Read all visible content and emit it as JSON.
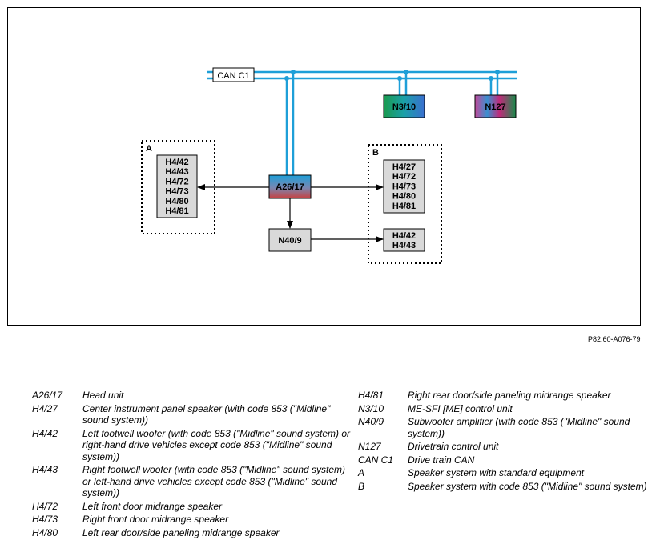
{
  "diagram": {
    "bus_label": "CAN C1",
    "group_a": {
      "label": "A",
      "modules": [
        "H4/42",
        "H4/43",
        "H4/72",
        "H4/73",
        "H4/80",
        "H4/81"
      ]
    },
    "group_b": {
      "label": "B",
      "modules_top": [
        "H4/27",
        "H4/72",
        "H4/73",
        "H4/80",
        "H4/81"
      ],
      "modules_bottom": [
        "H4/42",
        "H4/43"
      ]
    },
    "nodes": {
      "head_unit": "A26/17",
      "amplifier": "N40/9",
      "engine_control": "N3/10",
      "drivetrain": "N127"
    },
    "colors": {
      "can_bus": "#1e9fd8",
      "box_fill": "#d9d9d9"
    }
  },
  "reference": "P82.60-A076-79",
  "legend": {
    "left": [
      {
        "code": "A26/17",
        "desc": "Head unit"
      },
      {
        "code": "H4/27",
        "desc": "Center instrument panel speaker (with code 853 (\"Midline\" sound system))"
      },
      {
        "code": "H4/42",
        "desc": "Left footwell woofer (with code 853 (\"Midline\" sound system) or right-hand drive vehicles except code 853 (\"Midline\" sound system))"
      },
      {
        "code": "H4/43",
        "desc": "Right footwell woofer (with code 853 (\"Midline\" sound system) or left-hand drive vehicles except code 853 (\"Midline\" sound system))"
      },
      {
        "code": "H4/72",
        "desc": "Left front door midrange speaker"
      },
      {
        "code": "H4/73",
        "desc": "Right front door midrange speaker"
      },
      {
        "code": "H4/80",
        "desc": "Left rear door/side paneling midrange speaker"
      }
    ],
    "right": [
      {
        "code": "H4/81",
        "desc": "Right rear door/side paneling midrange speaker"
      },
      {
        "code": "N3/10",
        "desc": "ME-SFI [ME] control unit"
      },
      {
        "code": "N40/9",
        "desc": "Subwoofer amplifier (with code 853 (\"Midline\" sound system))"
      },
      {
        "code": "N127",
        "desc": "Drivetrain control unit"
      },
      {
        "code": "CAN C1",
        "desc": "Drive train CAN"
      },
      {
        "code": "A",
        "desc": "Speaker system with standard equipment"
      },
      {
        "code": "B",
        "desc": "Speaker system with code 853 (\"Midline\" sound system)"
      }
    ]
  }
}
